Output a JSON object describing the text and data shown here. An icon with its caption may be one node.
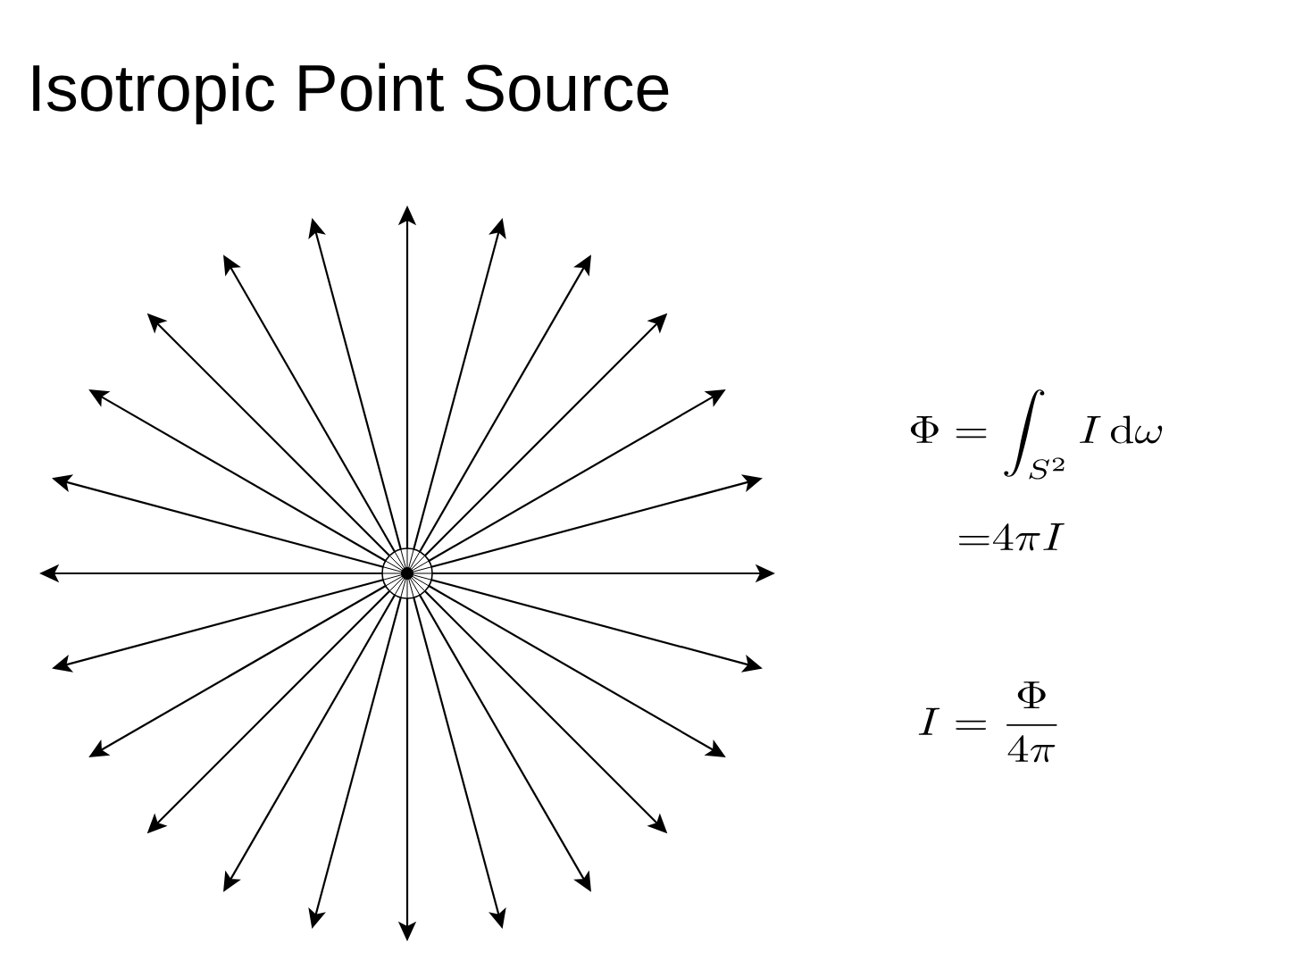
{
  "diagram": {
    "title": "Isotropic Point Source",
    "labels": [
      "\\Phi = \\int_{S^2} I \\,\\mathrm{d}\\omega",
      "{=}4\\pi I",
      "I = \\frac{\\Phi}{4\\pi}"
    ]
  }
}
